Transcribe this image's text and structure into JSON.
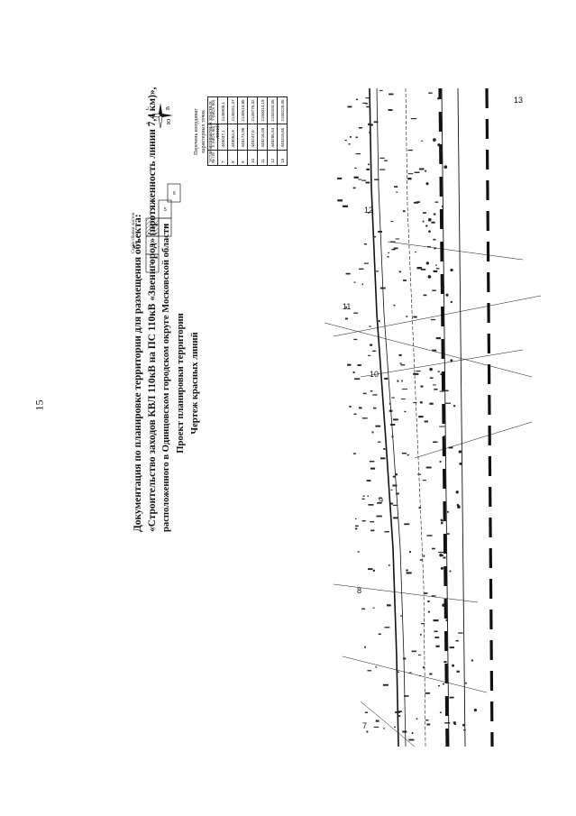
{
  "page_number": "15",
  "title": {
    "line1": "Документация по планировке территории для размещения объекта:",
    "line2": "«Строительство заходов КВЛ 110кВ на ПС 110кВ «Звенигород» (протяженность линии 7,4 км)»,",
    "line3": "расположенного в Одинцовском городском округе Московской области",
    "line4": "Проект планировки территории",
    "line5": "Чертеж красных линий"
  },
  "scheme": {
    "label": "Схема сбивки листов",
    "sheets": [
      "1",
      "2",
      "3",
      "4",
      "5",
      "6"
    ]
  },
  "compass": {
    "n": "С",
    "s": "Ю",
    "e": "В",
    "w": "З"
  },
  "coordinates": {
    "title": "Перечень координат характерных точек устанавливаемых красных линий",
    "headers": [
      "№ п/п",
      "X (МСК-50)",
      "Y (МСК-50)"
    ],
    "rows": [
      [
        "7",
        "448037,1",
        "2148908,1"
      ],
      [
        "8",
        "448053,9",
        "2149251,37"
      ],
      [
        "9",
        "448174,98",
        "2149513,85"
      ],
      [
        "10",
        "448247,5",
        "2149776,32"
      ],
      [
        "11",
        "448216,09",
        "2150014,19"
      ],
      [
        "12",
        "448285,54",
        "2150203,05"
      ],
      [
        "13",
        "448319,65",
        "2150228,05"
      ]
    ]
  },
  "plan": {
    "point_labels": [
      "7",
      "8",
      "9",
      "10",
      "11",
      "12",
      "13"
    ]
  }
}
